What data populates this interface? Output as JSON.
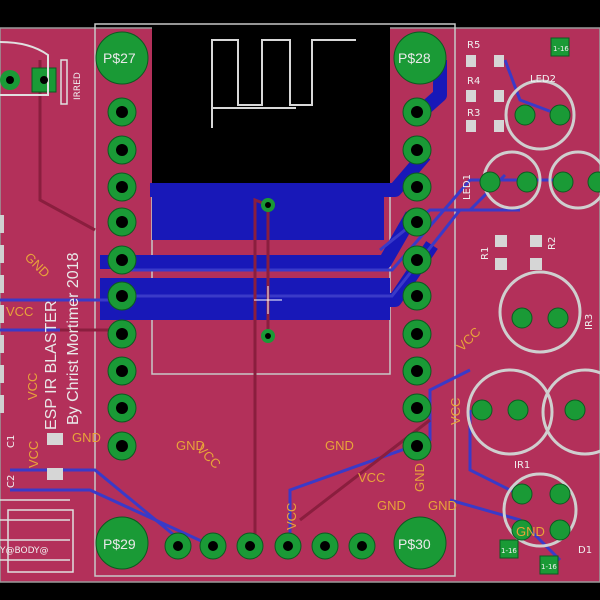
{
  "pads": {
    "p27": "P$27",
    "p28": "P$28",
    "p29": "P$29",
    "p30": "P$30"
  },
  "board_text": {
    "line1": "ESP IR BLASTER",
    "line2": "By Christ Mortimer 2018"
  },
  "parts": {
    "r1": "R1",
    "r2": "R2",
    "r3": "R3",
    "r4": "R4",
    "r5": "R5",
    "led1": "LED1",
    "led2": "LED2",
    "ir1": "IR1",
    "ir3": "IR3",
    "irred": "IRRED",
    "c1": "C1",
    "c2": "C2",
    "d1": "D1",
    "ss": "Y@BODY@",
    "l1": "1-16",
    "l2": "1-16",
    "l3": "1-16"
  },
  "nets": {
    "gnd": "GND",
    "vcc": "VCC"
  },
  "colors": {
    "board": "#b3305a",
    "bottom_copper": "#1818b8",
    "pad": "#1a9a36",
    "silkscreen": "#ededed",
    "net_label": "#e8a33a"
  }
}
